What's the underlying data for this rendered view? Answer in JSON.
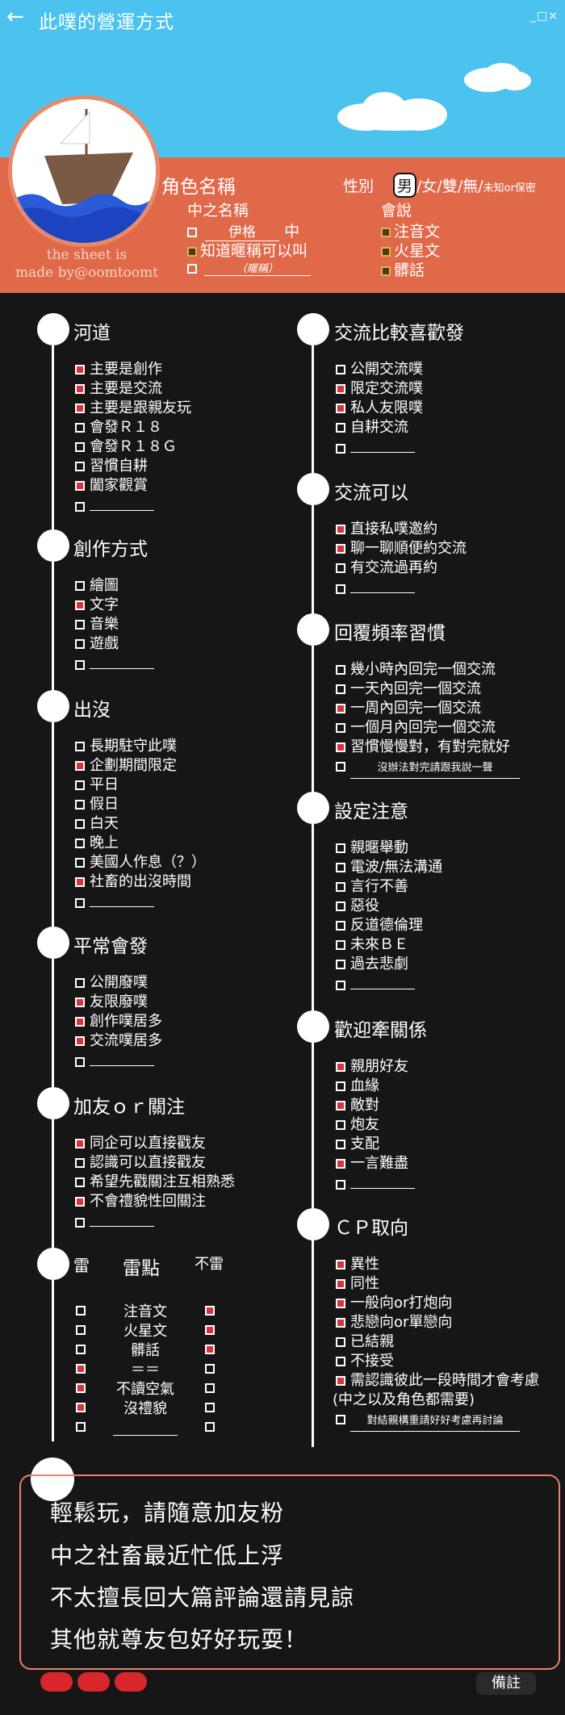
{
  "app": {
    "title": "此噗的營運方式",
    "window_controls": "_□×"
  },
  "credit": {
    "line1": "the sheet is",
    "line2": "made by@oomtoomt"
  },
  "profile": {
    "role_name_label": "角色名稱",
    "gender_label": "性別",
    "gender_selected": "男",
    "gender_rest": "/女/雙/無/",
    "gender_small": "未知or保密",
    "operator_label": "中之名稱",
    "operator_name": "伊格",
    "operator_suffix": "中",
    "operator_opt2": "知道暱稱可以叫",
    "operator_opt3": "（暱稱）",
    "lang_label": "會說",
    "lang": [
      "注音文",
      "火星文",
      "髒話"
    ]
  },
  "left_sections": [
    {
      "title": "河道",
      "items": [
        {
          "label": "主要是創作",
          "on": true
        },
        {
          "label": "主要是交流",
          "on": true
        },
        {
          "label": "主要是跟親友玩",
          "on": true
        },
        {
          "label": "會發Ｒ１８",
          "on": false
        },
        {
          "label": "會發Ｒ１８Ｇ",
          "on": false
        },
        {
          "label": "習慣自耕",
          "on": false
        },
        {
          "label": "闔家觀賞",
          "on": true
        },
        {
          "label": "",
          "on": false
        }
      ]
    },
    {
      "title": "創作方式",
      "items": [
        {
          "label": "繪圖",
          "on": false
        },
        {
          "label": "文字",
          "on": true
        },
        {
          "label": "音樂",
          "on": false
        },
        {
          "label": "遊戲",
          "on": false
        },
        {
          "label": "",
          "on": false
        }
      ]
    },
    {
      "title": "出沒",
      "items": [
        {
          "label": "長期駐守此噗",
          "on": false
        },
        {
          "label": "企劃期間限定",
          "on": true
        },
        {
          "label": "平日",
          "on": false
        },
        {
          "label": "假日",
          "on": false
        },
        {
          "label": "白天",
          "on": false
        },
        {
          "label": "晚上",
          "on": false
        },
        {
          "label": "美國人作息（？）",
          "on": false
        },
        {
          "label": "社畜的出沒時間",
          "on": true
        },
        {
          "label": "",
          "on": false
        }
      ]
    },
    {
      "title": "平常會發",
      "items": [
        {
          "label": "公開廢噗",
          "on": false
        },
        {
          "label": "友限廢噗",
          "on": true
        },
        {
          "label": "創作噗居多",
          "on": true
        },
        {
          "label": "交流噗居多",
          "on": true
        },
        {
          "label": "",
          "on": false
        }
      ]
    },
    {
      "title": "加友ｏｒ關注",
      "items": [
        {
          "label": "同企可以直接戳友",
          "on": true
        },
        {
          "label": "認識可以直接戳友",
          "on": false
        },
        {
          "label": "希望先戳關注互相熟悉",
          "on": false
        },
        {
          "label": "不會禮貌性回關注",
          "on": true
        },
        {
          "label": "",
          "on": false
        }
      ]
    }
  ],
  "mines": {
    "title_left": "雷",
    "title_mid": "雷點",
    "title_right": "不雷",
    "rows": [
      {
        "label": "注音文",
        "mine": false,
        "ok": true
      },
      {
        "label": "火星文",
        "mine": false,
        "ok": true
      },
      {
        "label": "髒話",
        "mine": false,
        "ok": true
      },
      {
        "label": "＝＝",
        "mine": true,
        "ok": false
      },
      {
        "label": "不讀空氣",
        "mine": true,
        "ok": false
      },
      {
        "label": "沒禮貌",
        "mine": true,
        "ok": false
      },
      {
        "label": "",
        "mine": false,
        "ok": false
      }
    ]
  },
  "right_sections": [
    {
      "title": "交流比較喜歡發",
      "items": [
        {
          "label": "公開交流噗",
          "on": false
        },
        {
          "label": "限定交流噗",
          "on": true
        },
        {
          "label": "私人友限噗",
          "on": true
        },
        {
          "label": "自耕交流",
          "on": false
        },
        {
          "label": "",
          "on": false
        }
      ]
    },
    {
      "title": "交流可以",
      "items": [
        {
          "label": "直接私噗邀約",
          "on": true
        },
        {
          "label": "聊一聊順便約交流",
          "on": true
        },
        {
          "label": "有交流過再約",
          "on": false
        },
        {
          "label": "",
          "on": false
        }
      ]
    },
    {
      "title": "回覆頻率習慣",
      "items": [
        {
          "label": "幾小時內回完一個交流",
          "on": false
        },
        {
          "label": "一天內回完一個交流",
          "on": false
        },
        {
          "label": "一周內回完一個交流",
          "on": true
        },
        {
          "label": "一個月內回完一個交流",
          "on": false
        },
        {
          "label": "習慣慢慢對，有對完就好",
          "on": true
        },
        {
          "label": "沒辦法對完請跟我說一聲",
          "on": false,
          "small": true
        }
      ]
    },
    {
      "title": "設定注意",
      "items": [
        {
          "label": "親暱舉動",
          "on": false
        },
        {
          "label": "電波/無法溝通",
          "on": false
        },
        {
          "label": "言行不善",
          "on": false
        },
        {
          "label": "惡役",
          "on": false
        },
        {
          "label": "反道德倫理",
          "on": false
        },
        {
          "label": "未來ＢＥ",
          "on": false
        },
        {
          "label": "過去悲劇",
          "on": false
        },
        {
          "label": "",
          "on": false
        }
      ]
    },
    {
      "title": "歡迎牽關係",
      "items": [
        {
          "label": "親朋好友",
          "on": true
        },
        {
          "label": "血緣",
          "on": false
        },
        {
          "label": "敵對",
          "on": true
        },
        {
          "label": "炮友",
          "on": false
        },
        {
          "label": "支配",
          "on": false
        },
        {
          "label": "一言難盡",
          "on": true
        },
        {
          "label": "",
          "on": false
        }
      ]
    },
    {
      "title": "ＣＰ取向",
      "items": [
        {
          "label": "異性",
          "on": true
        },
        {
          "label": "同性",
          "on": true
        },
        {
          "label": "一般向or打炮向",
          "on": true
        },
        {
          "label": "悲戀向or單戀向",
          "on": true
        },
        {
          "label": "已結親",
          "on": false
        },
        {
          "label": "不接受",
          "on": false
        },
        {
          "label": "需認識彼此一段時間才會考慮",
          "on": true
        },
        {
          "label": "(中之以及角色都需要)",
          "on": null
        },
        {
          "label": "對結親構重請好好考慮再討論",
          "on": false,
          "small": true
        }
      ]
    }
  ],
  "memo": {
    "lines": [
      "輕鬆玩，請隨意加友粉",
      "中之社畜最近忙低上浮",
      "不太擅長回大篇評論還請見諒",
      "其他就尊友包好好玩耍！"
    ]
  },
  "footer": {
    "note_button": "備註"
  },
  "colors": {
    "sky": "#4cc3ee",
    "band": "#e0694a",
    "check_on": "#d8323c",
    "background": "#161616"
  }
}
